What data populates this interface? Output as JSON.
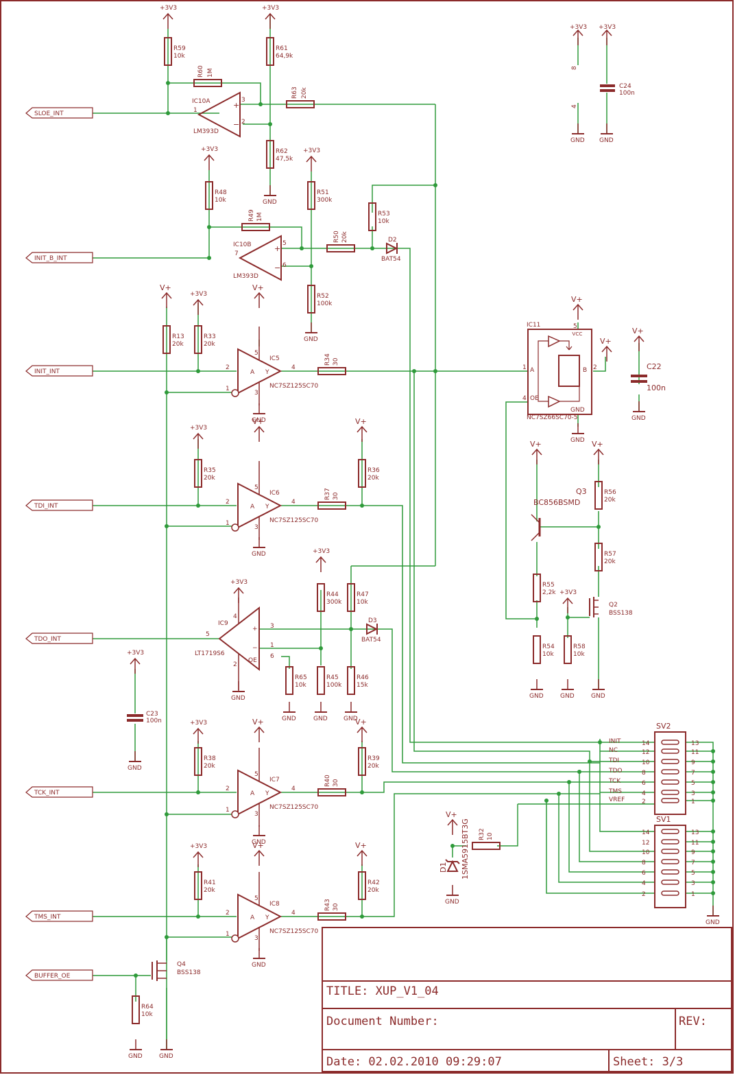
{
  "colors": {
    "frame": "#8b2a2a",
    "wire": "#2e9a3a",
    "symbol": "#8b2a2a",
    "junction": "#2e9a3a",
    "background": "#ffffff"
  },
  "title_block": {
    "title": "TITLE:  XUP_V1_04",
    "doc_number": "Document Number:",
    "rev": "REV:",
    "date": "Date: 02.02.2010 09:29:07",
    "sheet": "Sheet: 3/3"
  },
  "net_labels": [
    "SLOE_INT",
    "INIT_B_INT",
    "INIT_INT",
    "TDI_INT",
    "TDO_INT",
    "TCK_INT",
    "TMS_INT",
    "BUFFER_OE"
  ],
  "supplies": {
    "v33": "+3V3",
    "vplus": "V+",
    "gnd": "GND"
  },
  "resistors": [
    {
      "ref": "R59",
      "val": "10k"
    },
    {
      "ref": "R60",
      "val": "1M"
    },
    {
      "ref": "R61",
      "val": "64,9k"
    },
    {
      "ref": "R62",
      "val": "47,5k"
    },
    {
      "ref": "R63",
      "val": "20k"
    },
    {
      "ref": "R48",
      "val": "10k"
    },
    {
      "ref": "R49",
      "val": "1M"
    },
    {
      "ref": "R51",
      "val": "300k"
    },
    {
      "ref": "R50",
      "val": "20k"
    },
    {
      "ref": "R53",
      "val": "10k"
    },
    {
      "ref": "R52",
      "val": "100k"
    },
    {
      "ref": "R13",
      "val": "20k"
    },
    {
      "ref": "R33",
      "val": "20k"
    },
    {
      "ref": "R34",
      "val": "30"
    },
    {
      "ref": "R35",
      "val": "20k"
    },
    {
      "ref": "R36",
      "val": "20k"
    },
    {
      "ref": "R37",
      "val": "30"
    },
    {
      "ref": "R44",
      "val": "300k"
    },
    {
      "ref": "R47",
      "val": "10k"
    },
    {
      "ref": "R65",
      "val": "10k"
    },
    {
      "ref": "R45",
      "val": "100k"
    },
    {
      "ref": "R46",
      "val": "15k"
    },
    {
      "ref": "R38",
      "val": "20k"
    },
    {
      "ref": "R39",
      "val": "20k"
    },
    {
      "ref": "R40",
      "val": "30"
    },
    {
      "ref": "R41",
      "val": "20k"
    },
    {
      "ref": "R42",
      "val": "20k"
    },
    {
      "ref": "R43",
      "val": "30"
    },
    {
      "ref": "R64",
      "val": "10k"
    },
    {
      "ref": "R56",
      "val": "20k"
    },
    {
      "ref": "R57",
      "val": "20k"
    },
    {
      "ref": "R55",
      "val": "2,2k"
    },
    {
      "ref": "R54",
      "val": "10k"
    },
    {
      "ref": "R58",
      "val": "10k"
    },
    {
      "ref": "R32",
      "val": "10"
    }
  ],
  "capacitors": [
    {
      "ref": "C24",
      "val": "100n"
    },
    {
      "ref": "C22",
      "val": "100n"
    },
    {
      "ref": "C23",
      "val": "100n"
    }
  ],
  "ics": [
    {
      "ref": "IC10A",
      "part": "LM393D"
    },
    {
      "ref": "IC10B",
      "part": "LM393D"
    },
    {
      "ref": "IC5",
      "part": "NC7SZ125SC70"
    },
    {
      "ref": "IC6",
      "part": "NC7SZ125SC70"
    },
    {
      "ref": "IC9",
      "part": "LT1719S6"
    },
    {
      "ref": "IC7",
      "part": "NC7SZ125SC70"
    },
    {
      "ref": "IC8",
      "part": "NC7SZ125SC70"
    },
    {
      "ref": "IC11",
      "part": "NC7SZ66SC70-5"
    }
  ],
  "diodes": [
    {
      "ref": "D2",
      "part": "BAT54"
    },
    {
      "ref": "D3",
      "part": "BAT54"
    },
    {
      "ref": "D1",
      "part": "1SMA5915BT3G"
    }
  ],
  "transistors": [
    {
      "ref": "Q3",
      "part": "BC856BSMD"
    },
    {
      "ref": "Q2",
      "part": "BSS138"
    },
    {
      "ref": "Q4",
      "part": "BSS138"
    }
  ],
  "headers": {
    "sv2": "SV2",
    "sv1": "SV1",
    "signals": [
      "INIT",
      "NC",
      "TDI",
      "TDO",
      "TCK",
      "TMS",
      "VREF"
    ],
    "left_pins": [
      "14",
      "12",
      "10",
      "8",
      "6",
      "4",
      "2"
    ],
    "right_pins": [
      "13",
      "11",
      "9",
      "7",
      "5",
      "3",
      "1"
    ]
  },
  "supply_pin_labels": [
    "8",
    "4"
  ],
  "ic_pin_labels": {
    "vcc": "VCC",
    "gnd": "GND",
    "oe": "OE"
  }
}
